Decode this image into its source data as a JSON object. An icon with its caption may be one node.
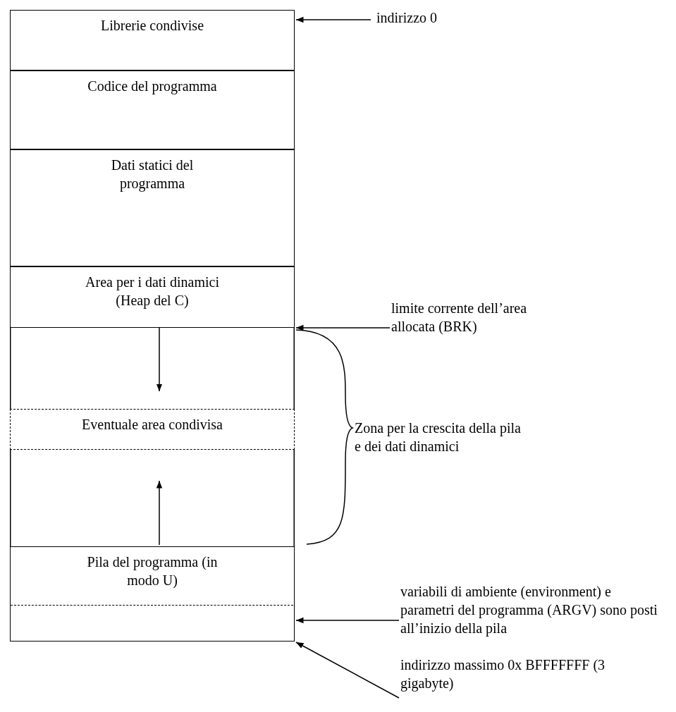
{
  "diagram": {
    "nodes": [
      {
        "text": [
          "indirizzo 0"
        ]
      },
      {
        "text": [
          "Librerie condivise"
        ]
      },
      {
        "text": [
          "Codice del programma"
        ]
      },
      {
        "text": [
          "Dati statici del programma"
        ]
      },
      {
        "text": [
          "Area per i dati dinamici (Heap del C)"
        ]
      },
      {
        "text": [
          "limite corrente dell’area allocata (BRK)"
        ]
      },
      {
        "text": [
          "Eventuale area condivisa"
        ]
      },
      {
        "text": [
          "Pila del programma (in modo U)"
        ]
      },
      {
        "text": [
          "variabili di ambiente (environment) e parametri del programma (ARGV) sono posti all’inizio della pila"
        ]
      },
      {
        "text": [],
        "shape": "box",
        "in": 7
      },
      {
        "text": [
          "indirizzo massimo 0x BFFFFFFF (3 gigabyte)"
        ]
      }
    ],
    "edges": [
      {
        "from": 0,
        "to": 1,
        "arrow": "to"
      },
      {
        "from": 5,
        "to": 4,
        "arrow": "to"
      },
      {
        "from": 8,
        "to": 9,
        "arrow": "to"
      },
      {
        "from": 10,
        "to": 7,
        "arrow": "to"
      }
    ],
    "labels": [
      "Zona per la crescita della pila e dei dati dinamici"
    ]
  }
}
